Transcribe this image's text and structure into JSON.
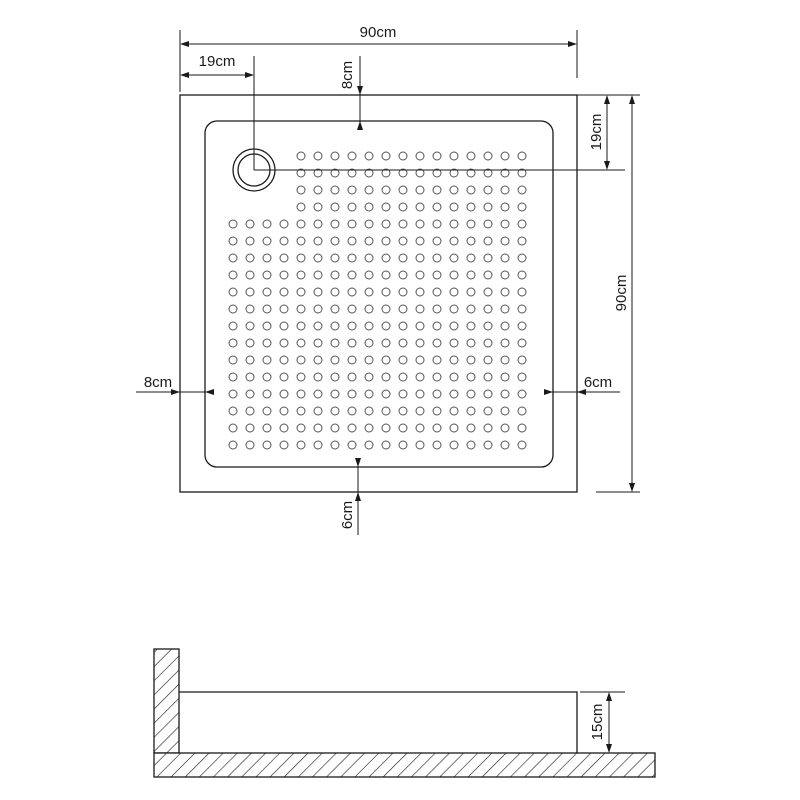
{
  "top_view": {
    "width_label": "90cm",
    "depth_label": "90cm",
    "drain_offset_x_label": "19cm",
    "drain_offset_y_label": "19cm",
    "rim_top_label": "8cm",
    "rim_left_label": "8cm",
    "rim_right_label": "6cm",
    "rim_bottom_label": "6cm"
  },
  "side_view": {
    "height_label": "15cm"
  },
  "colors": {
    "line": "#1a1a1a",
    "background": "#ffffff"
  }
}
